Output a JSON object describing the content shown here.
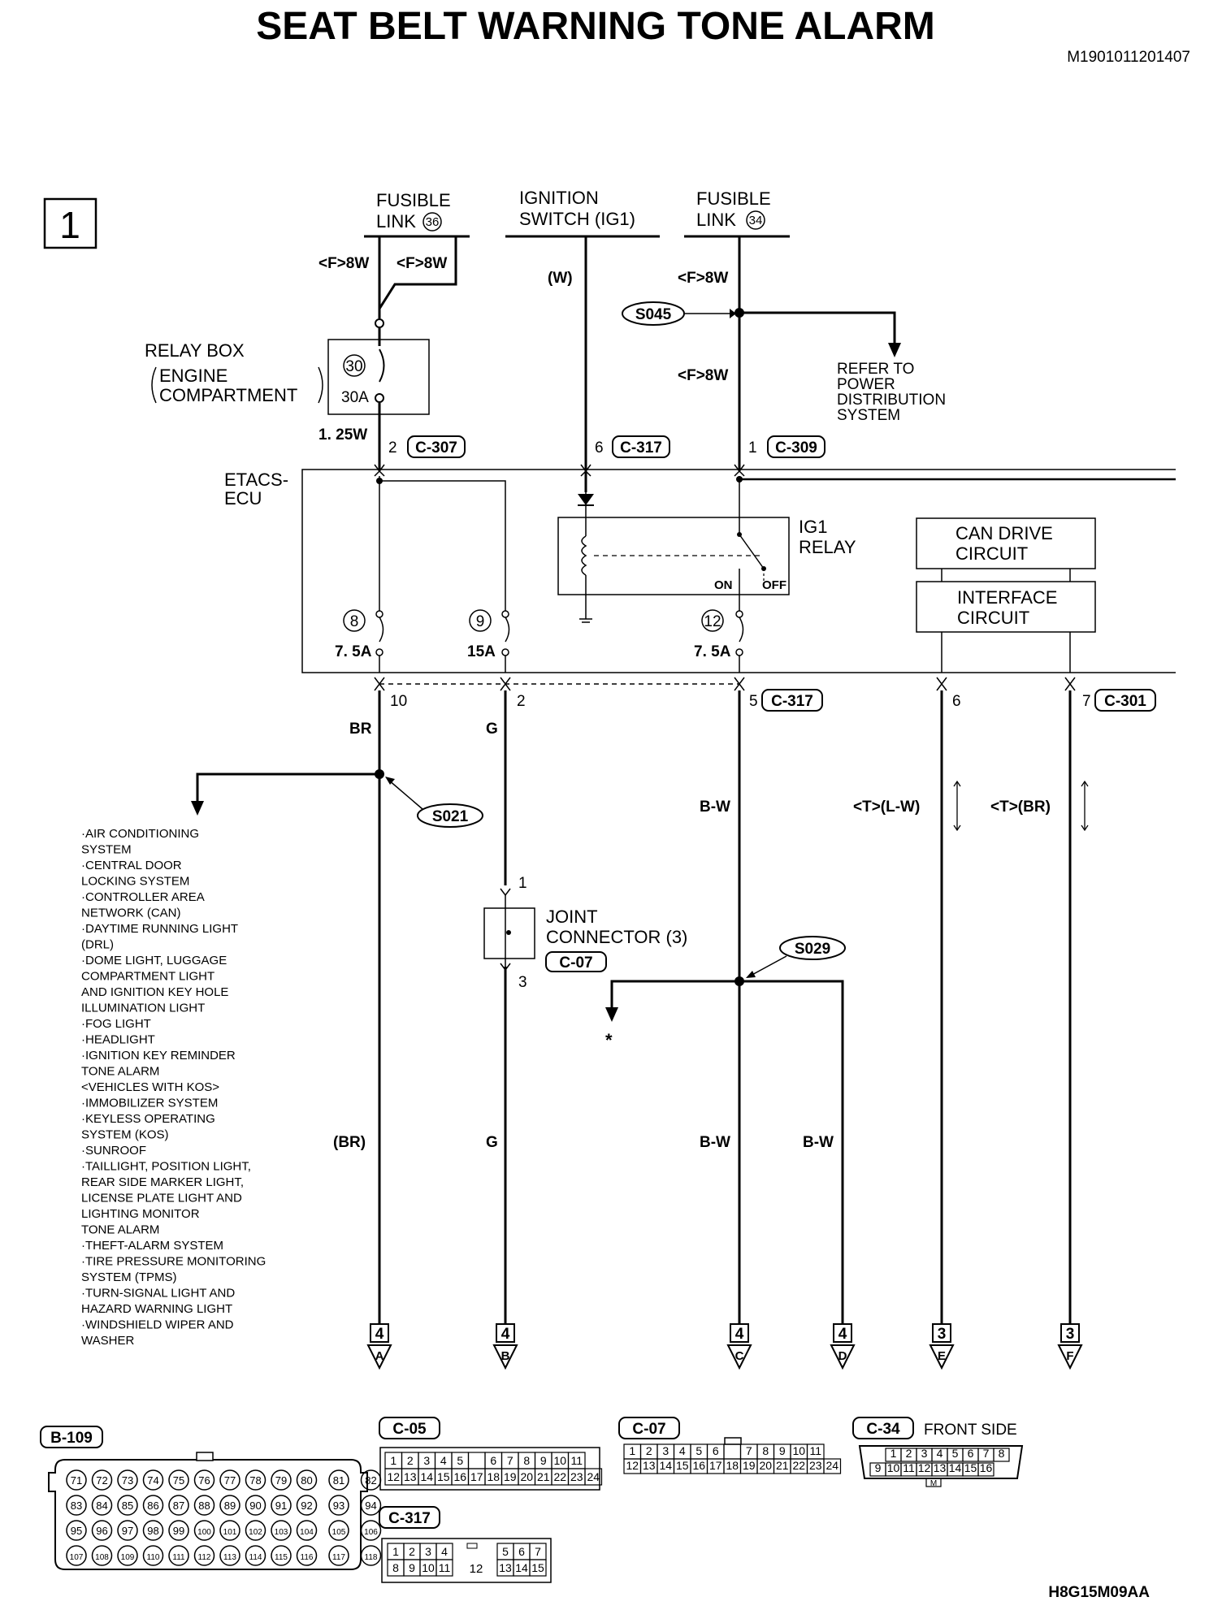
{
  "title": "SEAT BELT WARNING TONE ALARM",
  "code_top": "M1901011201407",
  "code_bottom": "H8G15M09AA",
  "page_box": "1",
  "sources": {
    "fl36": {
      "line1": "FUSIBLE",
      "line2": "LINK",
      "num": "36"
    },
    "ign": {
      "line1": "IGNITION",
      "line2": "SWITCH (IG1)"
    },
    "fl34": {
      "line1": "FUSIBLE",
      "line2": "LINK",
      "num": "34"
    }
  },
  "wire_labels": {
    "f8w_a": "<F>8W",
    "f8w_b": "<F>8W",
    "w": "(W)",
    "f8w_c": "<F>8W",
    "f8w_d": "<F>8W",
    "w125": "1. 25W",
    "br": "BR",
    "g": "G",
    "bw": "B-W",
    "tlw": "<T>(L-W)",
    "tbr": "<T>(BR)",
    "br2": "(BR)",
    "g2": "G",
    "bw2": "B-W",
    "bw3": "B-W"
  },
  "splices": {
    "s045": "S045",
    "s021": "S021",
    "s029": "S029"
  },
  "refer_to": [
    "REFER TO",
    "POWER",
    "DISTRIBUTION",
    "SYSTEM"
  ],
  "relay_box": {
    "line1": "RELAY BOX",
    "line2": "ENGINE",
    "line3": "COMPARTMENT",
    "fuse_num": "30",
    "fuse_amp": "30A"
  },
  "etacs": {
    "line1": "ETACS-",
    "line2": "ECU"
  },
  "ig1_relay": {
    "line1": "IG1",
    "line2": "RELAY",
    "on": "ON",
    "off": "OFF"
  },
  "can_drive": {
    "line1": "CAN DRIVE",
    "line2": "CIRCUIT"
  },
  "interface": {
    "line1": "INTERFACE",
    "line2": "CIRCUIT"
  },
  "fuses": [
    {
      "num": "8",
      "amp": "7. 5A"
    },
    {
      "num": "9",
      "amp": "15A"
    },
    {
      "num": "12",
      "amp": "7. 5A"
    }
  ],
  "pins_top": {
    "p2": "2",
    "c307": "C-307",
    "p6": "6",
    "c317": "C-317",
    "p1": "1",
    "c309": "C-309"
  },
  "pins_bottom": {
    "p10": "10",
    "p2": "2",
    "p5": "5",
    "c317": "C-317",
    "p6": "6",
    "p7": "7",
    "c301": "C-301"
  },
  "joint": {
    "line1": "JOINT",
    "line2": "CONNECTOR (3)",
    "conn": "C-07",
    "pin_top": "1",
    "pin_bot": "3"
  },
  "star": "*",
  "systems": [
    "·AIR CONDITIONING",
    " SYSTEM",
    "·CENTRAL DOOR",
    " LOCKING SYSTEM",
    "·CONTROLLER AREA",
    " NETWORK (CAN)",
    "·DAYTIME RUNNING LIGHT",
    " (DRL)",
    "·DOME LIGHT, LUGGAGE",
    " COMPARTMENT LIGHT",
    " AND IGNITION KEY HOLE",
    " ILLUMINATION LIGHT",
    "·FOG LIGHT",
    "·HEADLIGHT",
    "·IGNITION KEY REMINDER",
    " TONE ALARM",
    " <VEHICLES WITH KOS>",
    "·IMMOBILIZER SYSTEM",
    "·KEYLESS OPERATING",
    " SYSTEM (KOS)",
    "·SUNROOF",
    "·TAILLIGHT, POSITION LIGHT,",
    " REAR SIDE MARKER LIGHT,",
    " LICENSE PLATE LIGHT AND",
    " LIGHTING MONITOR",
    " TONE ALARM",
    "·THEFT-ALARM SYSTEM",
    "·TIRE PRESSURE MONITORING",
    " SYSTEM (TPMS)",
    "·TURN-SIGNAL LIGHT AND",
    " HAZARD WARNING LIGHT",
    "·WINDSHIELD WIPER AND",
    " WASHER"
  ],
  "terminals": [
    {
      "page": "4",
      "letter": "A"
    },
    {
      "page": "4",
      "letter": "B"
    },
    {
      "page": "4",
      "letter": "C"
    },
    {
      "page": "4",
      "letter": "D"
    },
    {
      "page": "3",
      "letter": "E"
    },
    {
      "page": "3",
      "letter": "F"
    }
  ],
  "connectors": {
    "b109": {
      "name": "B-109",
      "row1": [
        "71",
        "72",
        "73",
        "74",
        "75",
        "76",
        "77",
        "78",
        "79",
        "80",
        "81",
        "82"
      ],
      "row2": [
        "83",
        "84",
        "85",
        "86",
        "87",
        "88",
        "89",
        "90",
        "91",
        "92",
        "93",
        "94"
      ],
      "row3": [
        "95",
        "96",
        "97",
        "98",
        "99",
        "100",
        "101",
        "102",
        "103",
        "104",
        "105",
        "106"
      ],
      "row4": [
        "107",
        "108",
        "109",
        "110",
        "111",
        "112",
        "113",
        "114",
        "115",
        "116",
        "117",
        "118"
      ]
    },
    "c05": {
      "name": "C-05",
      "row1": [
        "1",
        "2",
        "3",
        "4",
        "5",
        "",
        "6",
        "7",
        "8",
        "9",
        "10",
        "11"
      ],
      "row2": [
        "12",
        "13",
        "14",
        "15",
        "16",
        "17",
        "18",
        "19",
        "20",
        "21",
        "22",
        "23",
        "24"
      ]
    },
    "c07": {
      "name": "C-07",
      "row1": [
        "1",
        "2",
        "3",
        "4",
        "5",
        "6",
        "",
        "7",
        "8",
        "9",
        "10",
        "11"
      ],
      "row2": [
        "12",
        "13",
        "14",
        "15",
        "16",
        "17",
        "18",
        "19",
        "20",
        "21",
        "22",
        "23",
        "24"
      ]
    },
    "c34": {
      "name": "C-34",
      "note": "FRONT SIDE",
      "row1": [
        "1",
        "2",
        "3",
        "4",
        "5",
        "6",
        "7",
        "8"
      ],
      "row2": [
        "9",
        "10",
        "11",
        "12",
        "13",
        "14",
        "15",
        "16"
      ],
      "key": "M"
    },
    "c317": {
      "name": "C-317",
      "row1": [
        "1",
        "2",
        "3",
        "4",
        "5",
        "6",
        "7"
      ],
      "row2": [
        "8",
        "9",
        "10",
        "11",
        "13",
        "14",
        "15"
      ],
      "center": "12"
    }
  }
}
